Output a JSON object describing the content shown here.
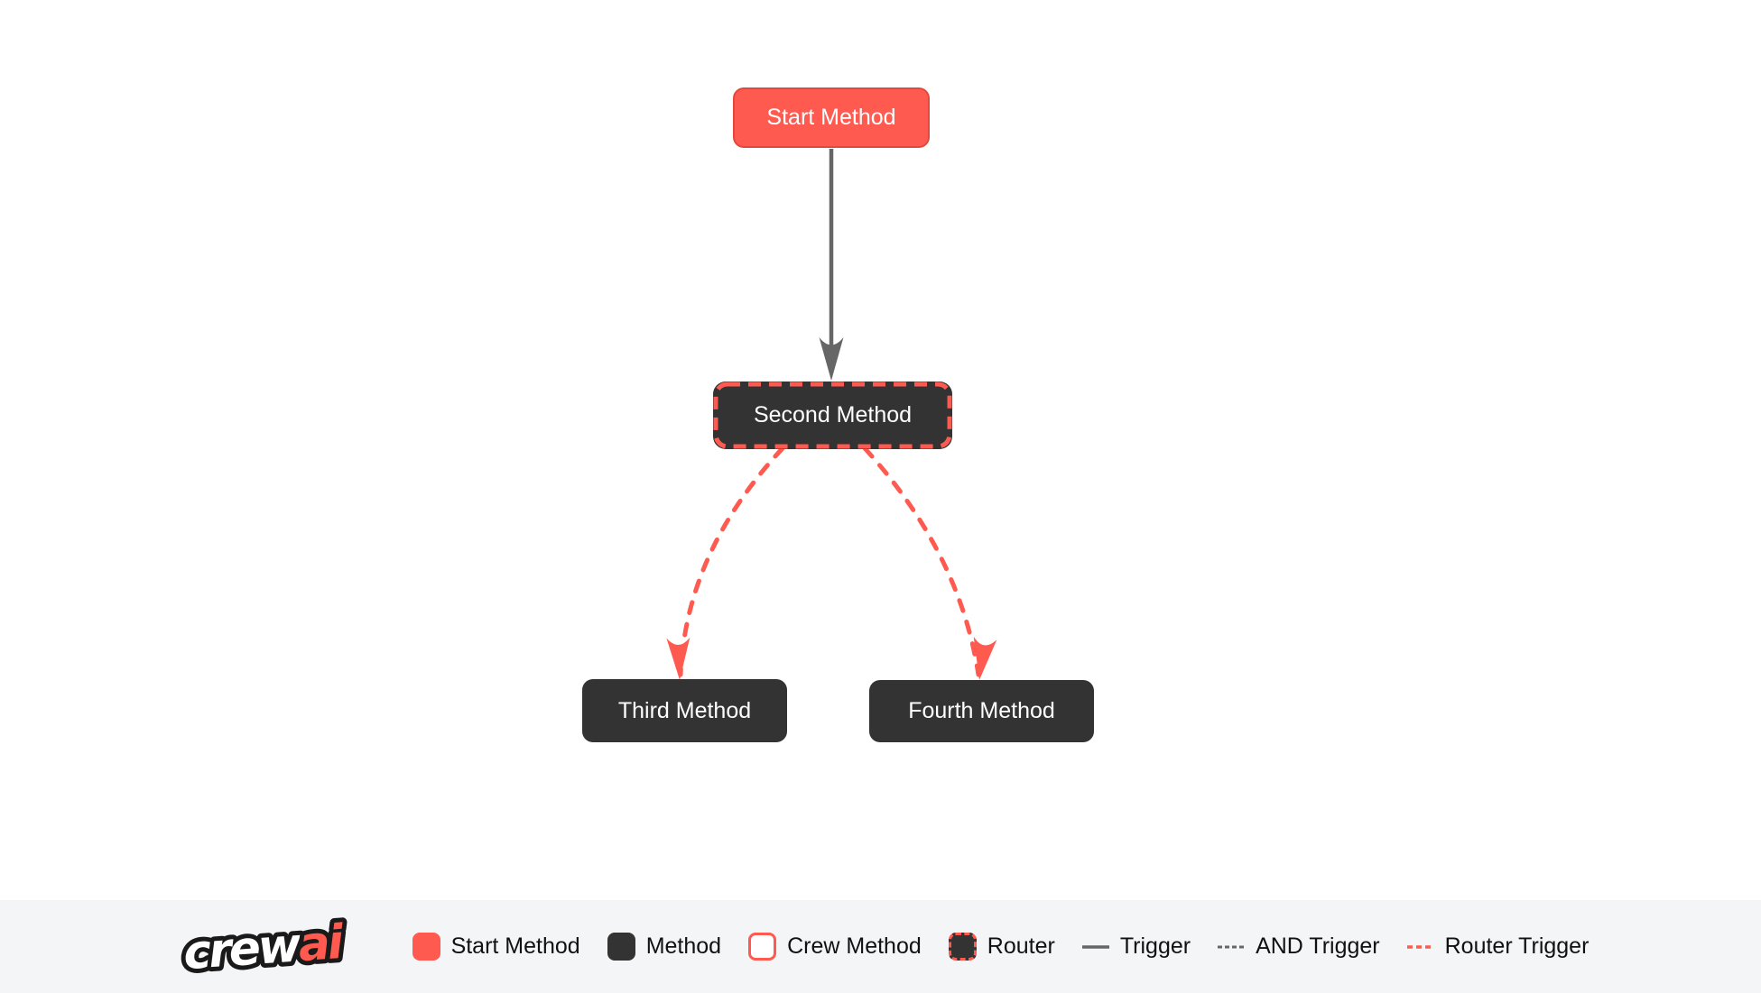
{
  "colors": {
    "accent_red": "#FF5A50",
    "start_node_border": "#E2483D",
    "method_dark": "#333333",
    "trigger_gray": "#666666",
    "node_text": "#FFFFFF",
    "canvas_bg": "#FFFFFF",
    "legend_bg": "#F4F5F7",
    "legend_text": "#111111"
  },
  "diagram": {
    "nodes": [
      {
        "id": "start_method",
        "label": "Start Method",
        "type": "start"
      },
      {
        "id": "second_method",
        "label": "Second Method",
        "type": "router"
      },
      {
        "id": "third_method",
        "label": "Third Method",
        "type": "method"
      },
      {
        "id": "fourth_method",
        "label": "Fourth Method",
        "type": "method"
      }
    ],
    "edges": [
      {
        "from": "start_method",
        "to": "second_method",
        "type": "trigger",
        "style": "solid-gray"
      },
      {
        "from": "second_method",
        "to": "third_method",
        "type": "router_trigger",
        "style": "dashed-red"
      },
      {
        "from": "second_method",
        "to": "fourth_method",
        "type": "router_trigger",
        "style": "dashed-red"
      }
    ]
  },
  "legend": {
    "logo": {
      "part1": "crew",
      "part2": "ai"
    },
    "items": [
      {
        "label": "Start Method",
        "swatch": "start-node-swatch"
      },
      {
        "label": "Method",
        "swatch": "method-node-swatch"
      },
      {
        "label": "Crew Method",
        "swatch": "crew-node-swatch"
      },
      {
        "label": "Router",
        "swatch": "router-node-swatch"
      },
      {
        "label": "Trigger",
        "swatch": "solid-gray-line-swatch"
      },
      {
        "label": "AND Trigger",
        "swatch": "dashed-gray-line-swatch"
      },
      {
        "label": "Router Trigger",
        "swatch": "dashed-red-line-swatch"
      }
    ]
  }
}
